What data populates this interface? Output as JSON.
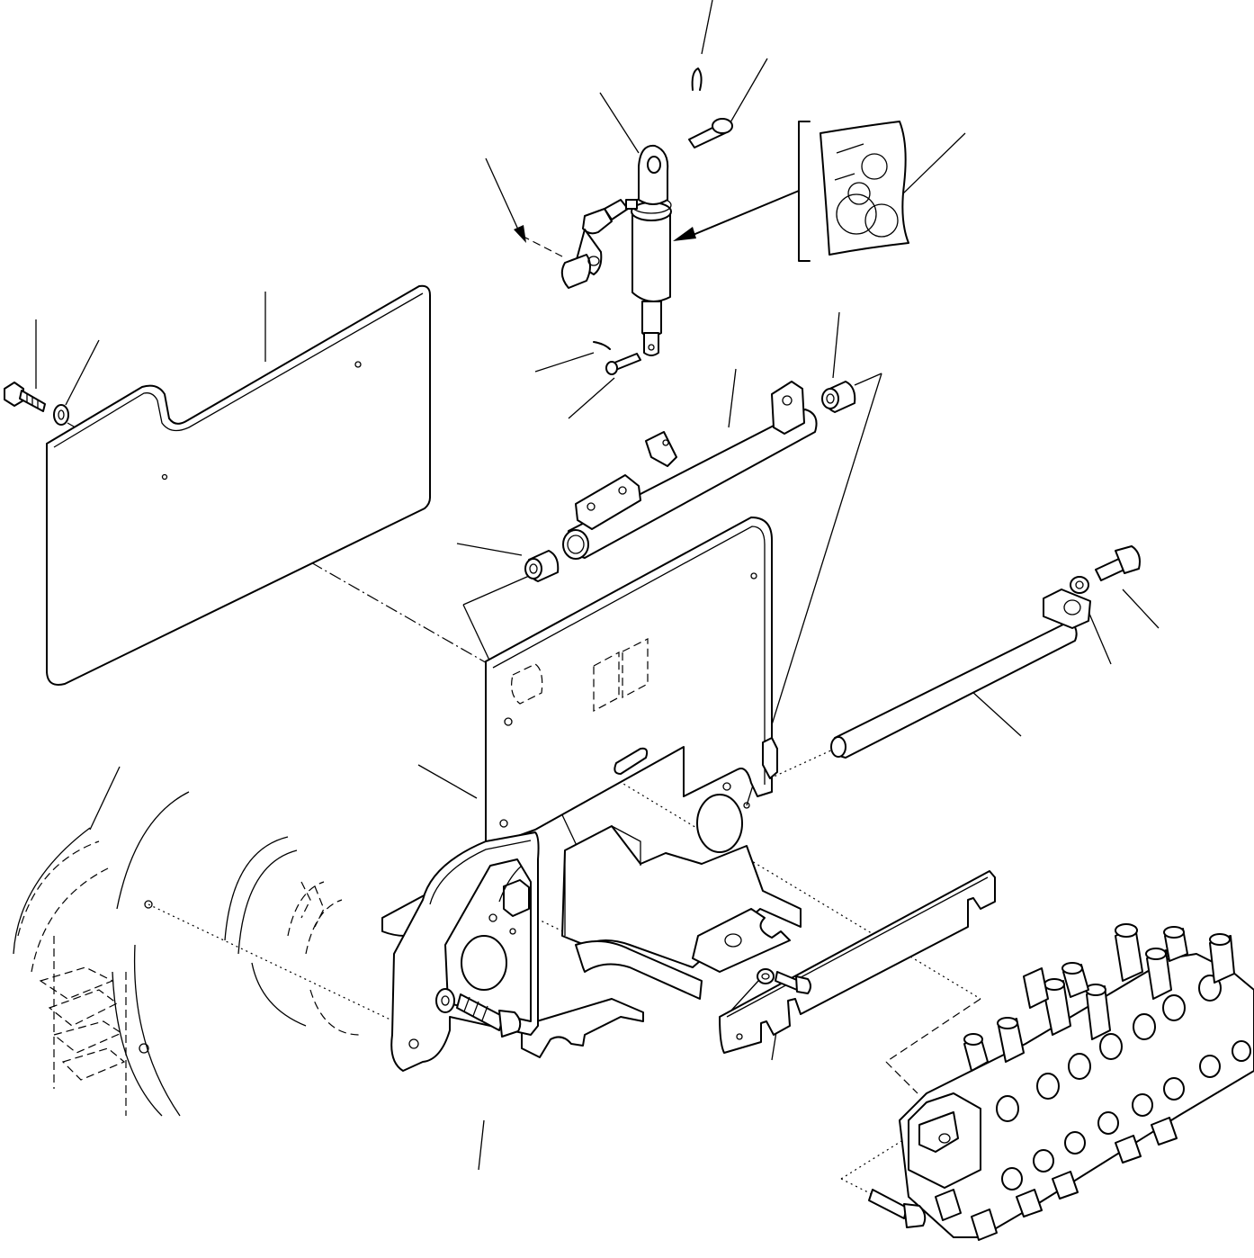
{
  "diagram": {
    "kind": "exploded-parts-view",
    "line_color": "#000000",
    "background_color": "#ffffff",
    "parts": [
      "cover-plate",
      "plate-bolt",
      "plate-washer",
      "gas-spring-cylinder",
      "cylinder-pin-top",
      "cylinder-pin-bottom",
      "cotter-pin",
      "elbow-fitting",
      "lubrication-symbol-label",
      "pivot-tube",
      "pivot-bushing-left",
      "pivot-bushing-right",
      "bracket-frame",
      "long-shaft",
      "shaft-bolt",
      "shaft-washer",
      "mounting-strap",
      "strap-bolt",
      "strap-washer",
      "frame-bolt",
      "frame-washer",
      "control-valve-block",
      "valve-bolt",
      "hydraulic-pump-housing"
    ]
  }
}
